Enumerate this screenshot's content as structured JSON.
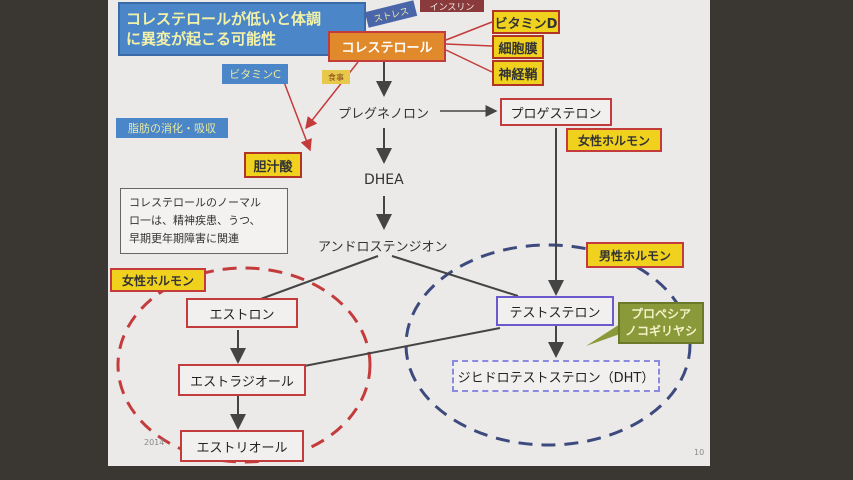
{
  "title_lines": [
    "コレステロールが低いと体調",
    "に異変が起こる可能性"
  ],
  "nodes": {
    "cholesterol": "コレステロール",
    "vitamin_d": "ビタミンD",
    "cell_membrane": "細胞膜",
    "nerve_sheath": "神経鞘",
    "insulin": "インスリン",
    "stress": "ストレス",
    "vitamin_c": "ビタミンC",
    "dietary": "食事",
    "bile_acid": "胆汁酸",
    "fat_digestion": "脂肪の消化・吸収",
    "pregnenolone": "プレグネノロン",
    "progesterone": "プロゲステロン",
    "dhea": "DHEA",
    "androstenedione": "アンドロステンジオン",
    "estrone": "エストロン",
    "estradiol": "エストラジオール",
    "estriol": "エストリオール",
    "testosterone": "テストステロン",
    "dht": "ジヒドロテストステロン（DHT）"
  },
  "note_lines": [
    "コレステロールのノーマル",
    "ロ一は、精神疾患、うつ、",
    "早期更年期障害に関連"
  ],
  "tags": {
    "female_hormone": "女性ホルモン",
    "male_hormone": "男性ホルモン"
  },
  "callout_lines": [
    "プロペシア",
    "ノコギリヤシ"
  ],
  "footer": "2014",
  "page_number": "10",
  "colors": {
    "red": "#c43b3b",
    "yellow": "#f0d21e",
    "orange": "#e08a2c",
    "blue_label": "#4a86c8",
    "navy_dash": "#3d4a7e",
    "olive": "#8a9a3a"
  }
}
